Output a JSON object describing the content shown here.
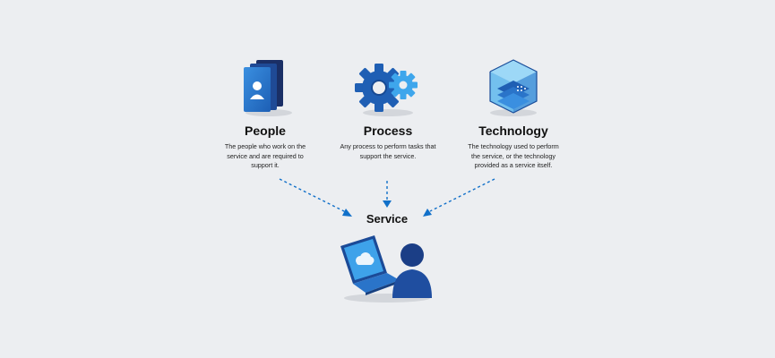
{
  "diagram": {
    "pillars": [
      {
        "title": "People",
        "description": "The people who work on the service and are required to support it.",
        "icon": "people-cards-icon"
      },
      {
        "title": "Process",
        "description": "Any process to perform tasks that support the service.",
        "icon": "gears-icon"
      },
      {
        "title": "Technology",
        "description": "The technology used to perform the service, or the technology provided as a service itself.",
        "icon": "tech-cube-icon"
      }
    ],
    "target": {
      "label": "Service",
      "icon": "laptop-user-icon"
    },
    "colors": {
      "background": "#eceef1",
      "arrow": "#1170c9",
      "primary_blue": "#1d63b8",
      "light_blue": "#3ea2ea",
      "navy": "#1b3e86"
    }
  }
}
